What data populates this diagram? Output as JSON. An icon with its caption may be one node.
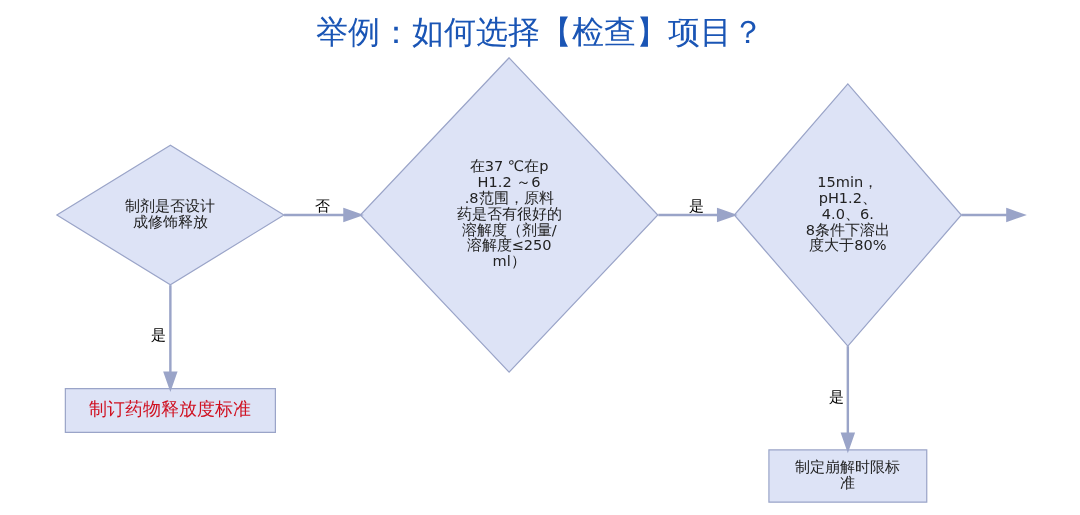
{
  "diagram": {
    "title": "举例：如何选择【检查】项目？",
    "nodes": [
      {
        "text": [
          "制剂是否设计成修饰释放"
        ]
      },
      {
        "text": [
          "制订药物释放度标准"
        ]
      },
      {
        "text": [
          "在37 ℃在pH1.2 ～6.8范围，原料药是否有很好的溶解度（剂量/溶解度≤250ml）"
        ]
      },
      {
        "text": [
          "15min，pH1.2、4.0、6.8条件下溶出度大于80%"
        ]
      },
      {
        "text": [
          "制定崩解时限标准"
        ]
      }
    ],
    "edges": [
      {
        "from": 0,
        "to": 1,
        "arrow": "to",
        "label": "是"
      },
      {
        "from": 0,
        "to": 2,
        "arrow": "to",
        "label": "否"
      },
      {
        "from": 2,
        "to": 3,
        "arrow": "to",
        "label": "是"
      },
      {
        "from": 3,
        "to": 4,
        "arrow": "to",
        "label": "是"
      },
      {
        "from": 3,
        "to": null,
        "arrow": "to"
      }
    ]
  }
}
